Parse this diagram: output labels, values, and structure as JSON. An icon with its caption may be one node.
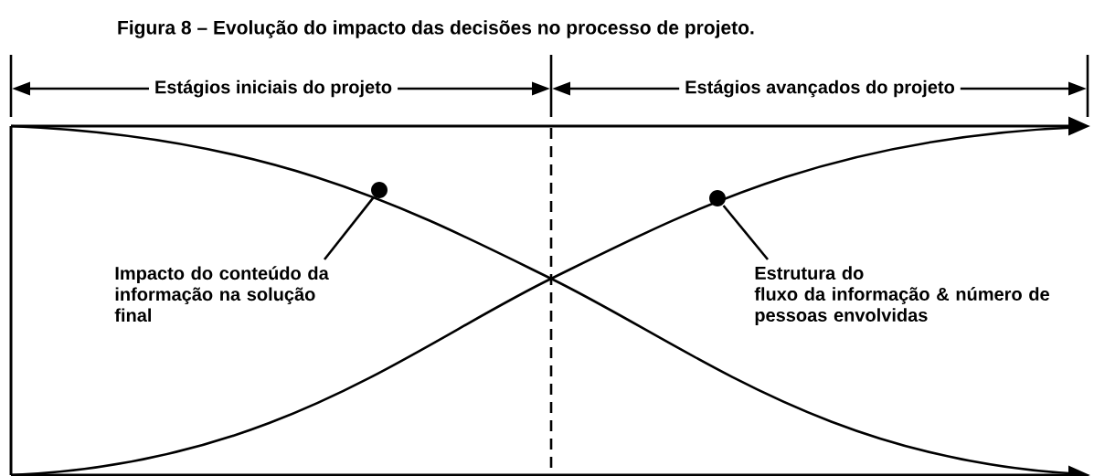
{
  "diagram": {
    "title": "Figura 8 – Evolução do impacto das decisões no processo de projeto.",
    "nodes": [
      {
        "text": [
          "Impacto do conteúdo da informação na solução final"
        ]
      },
      {
        "text": [],
        "shape": "circle"
      },
      {
        "text": [
          "Estrutura do",
          "fluxo da informação & número de pessoas envolvidas"
        ]
      },
      {
        "text": [],
        "shape": "circle"
      }
    ],
    "edges": [
      {
        "from": 0,
        "to": 1,
        "arrow": "none"
      },
      {
        "from": 2,
        "to": 3,
        "arrow": "none"
      }
    ],
    "labels": [
      "Estágios iniciais do projeto",
      "Estágios avançados do projeto"
    ]
  }
}
